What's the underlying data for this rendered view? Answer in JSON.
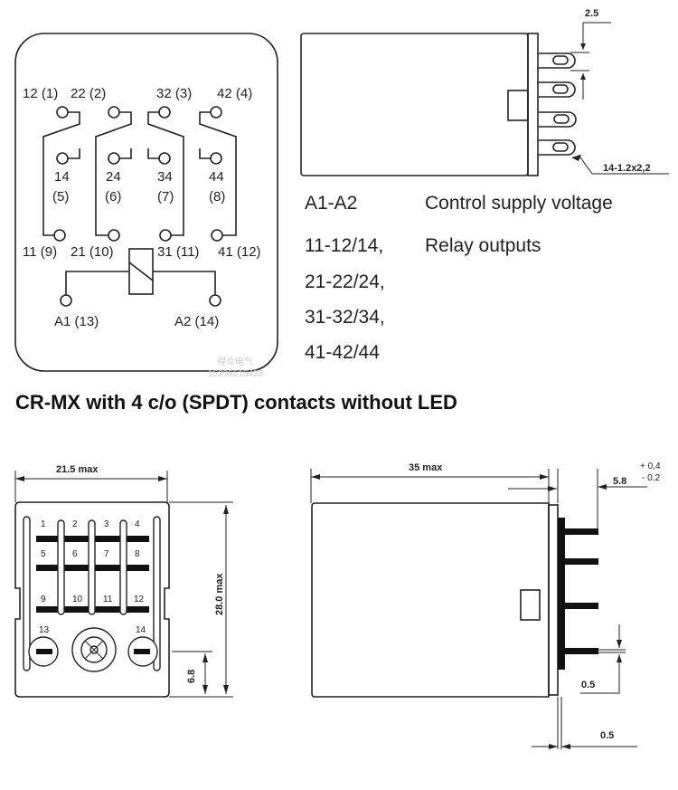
{
  "schematic": {
    "top_labels": [
      "12 (1)",
      "22 (2)",
      "32 (3)",
      "42 (4)"
    ],
    "mid_labels": [
      [
        "14",
        "(5)"
      ],
      [
        "24",
        "(6)"
      ],
      [
        "34",
        "(7)"
      ],
      [
        "44",
        "(8)"
      ]
    ],
    "bottom_labels": [
      "11 (9)",
      "21 (10)",
      "31 (11)",
      "41 (12)"
    ],
    "coil_labels": [
      "A1 (13)",
      "A2 (14)"
    ],
    "watermark": [
      "得众电气",
      "15295515433"
    ]
  },
  "side_view_top": {
    "pitch_dim": "2.5",
    "hole_dim": "14-1.2x2,2"
  },
  "legend": [
    {
      "term": "A1-A2",
      "desc": "Control supply voltage"
    },
    {
      "term": "11-12/14,",
      "desc": "Relay outputs"
    },
    {
      "term": "21-22/24,",
      "desc": ""
    },
    {
      "term": "31-32/34,",
      "desc": ""
    },
    {
      "term": "41-42/44",
      "desc": ""
    }
  ],
  "title": "CR-MX with 4 c/o (SPDT) contacts without LED",
  "bottom_view": {
    "width_dim": "21.5 max",
    "height_dim": "28.0 max",
    "offset_dim": "6.8",
    "pins": [
      "1",
      "2",
      "3",
      "4",
      "5",
      "6",
      "7",
      "8",
      "9",
      "10",
      "11",
      "12",
      "13",
      "14"
    ]
  },
  "side_view": {
    "length_dim": "35 max",
    "pin_len": "5.8",
    "tol_plus": "+ 0,4",
    "tol_minus": "- 0.2",
    "pin_thk": "0.5",
    "plate_thk": "0.5"
  }
}
